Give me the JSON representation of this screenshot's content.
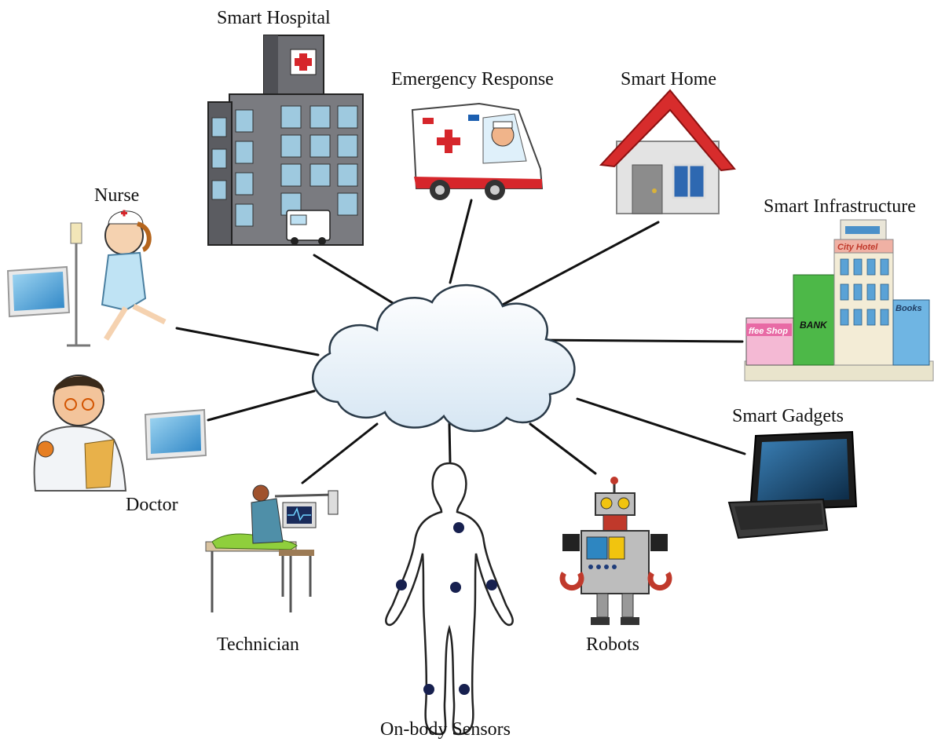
{
  "hub": {
    "icon": "cloud-icon"
  },
  "nodes": [
    {
      "id": "smart-hospital",
      "label": "Smart Hospital",
      "icon": "hospital-building-icon"
    },
    {
      "id": "emergency-response",
      "label": "Emergency Response",
      "icon": "ambulance-icon"
    },
    {
      "id": "smart-home",
      "label": "Smart Home",
      "icon": "house-icon"
    },
    {
      "id": "smart-infrastructure",
      "label": "Smart Infrastructure",
      "icon": "city-buildings-icon",
      "signs": {
        "hotel": "City Hotel",
        "bank": "BANK",
        "books": "Books",
        "shop": "ffee Shop"
      }
    },
    {
      "id": "smart-gadgets",
      "label": "Smart Gadgets",
      "icon": "laptop-icon"
    },
    {
      "id": "robots",
      "label": "Robots",
      "icon": "robot-icon"
    },
    {
      "id": "on-body-sensors",
      "label": "On-body Sensors",
      "icon": "human-body-sensors-icon"
    },
    {
      "id": "technician",
      "label": "Technician",
      "icon": "technician-lab-icon"
    },
    {
      "id": "doctor",
      "label": "Doctor",
      "icon": "doctor-tablet-icon"
    },
    {
      "id": "nurse",
      "label": "Nurse",
      "icon": "nurse-tablet-icon"
    }
  ],
  "colors": {
    "line": "#111111",
    "cloud_fill": "#eaf3fb",
    "cloud_stroke": "#2a3a48"
  }
}
